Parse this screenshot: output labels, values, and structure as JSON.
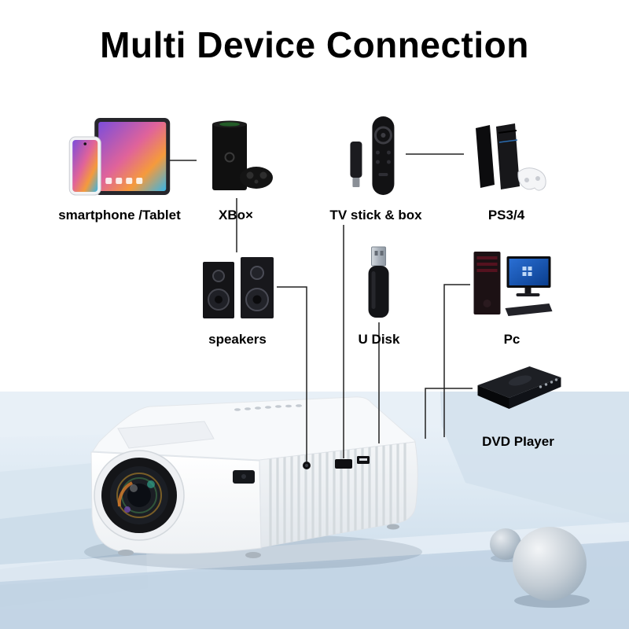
{
  "title": "Multi Device Connection",
  "devices": {
    "smartphone_tablet": {
      "label": "smartphone /Tablet",
      "icon": "smartphone-tablet-icon"
    },
    "xbox": {
      "label": "XBo×",
      "icon": "xbox-console-icon"
    },
    "tv_stick": {
      "label": "TV stick & box",
      "icon": "tv-stick-icon"
    },
    "ps": {
      "label": "PS3/4",
      "icon": "playstation-console-icon"
    },
    "speakers": {
      "label": "speakers",
      "icon": "speakers-icon"
    },
    "u_disk": {
      "label": "U Disk",
      "icon": "usb-flash-drive-icon"
    },
    "pc": {
      "label": "Pc",
      "icon": "desktop-pc-icon"
    },
    "dvd": {
      "label": "DVD PIayer",
      "icon": "dvd-player-icon"
    }
  },
  "hub": {
    "name": "projector",
    "icon": "projector-image"
  },
  "connections": [
    {
      "from": "smartphone_tablet",
      "to": "projector"
    },
    {
      "from": "xbox",
      "to": "projector"
    },
    {
      "from": "tv_stick",
      "to": "projector"
    },
    {
      "from": "ps",
      "to": "projector"
    },
    {
      "from": "speakers",
      "to": "projector"
    },
    {
      "from": "u_disk",
      "to": "projector"
    },
    {
      "from": "pc",
      "to": "projector"
    },
    {
      "from": "dvd",
      "to": "projector"
    }
  ],
  "colors": {
    "title": "#000000",
    "background_top": "#ffffff",
    "scene_blue": "#d8e6f1",
    "connector_line": "#222222"
  }
}
